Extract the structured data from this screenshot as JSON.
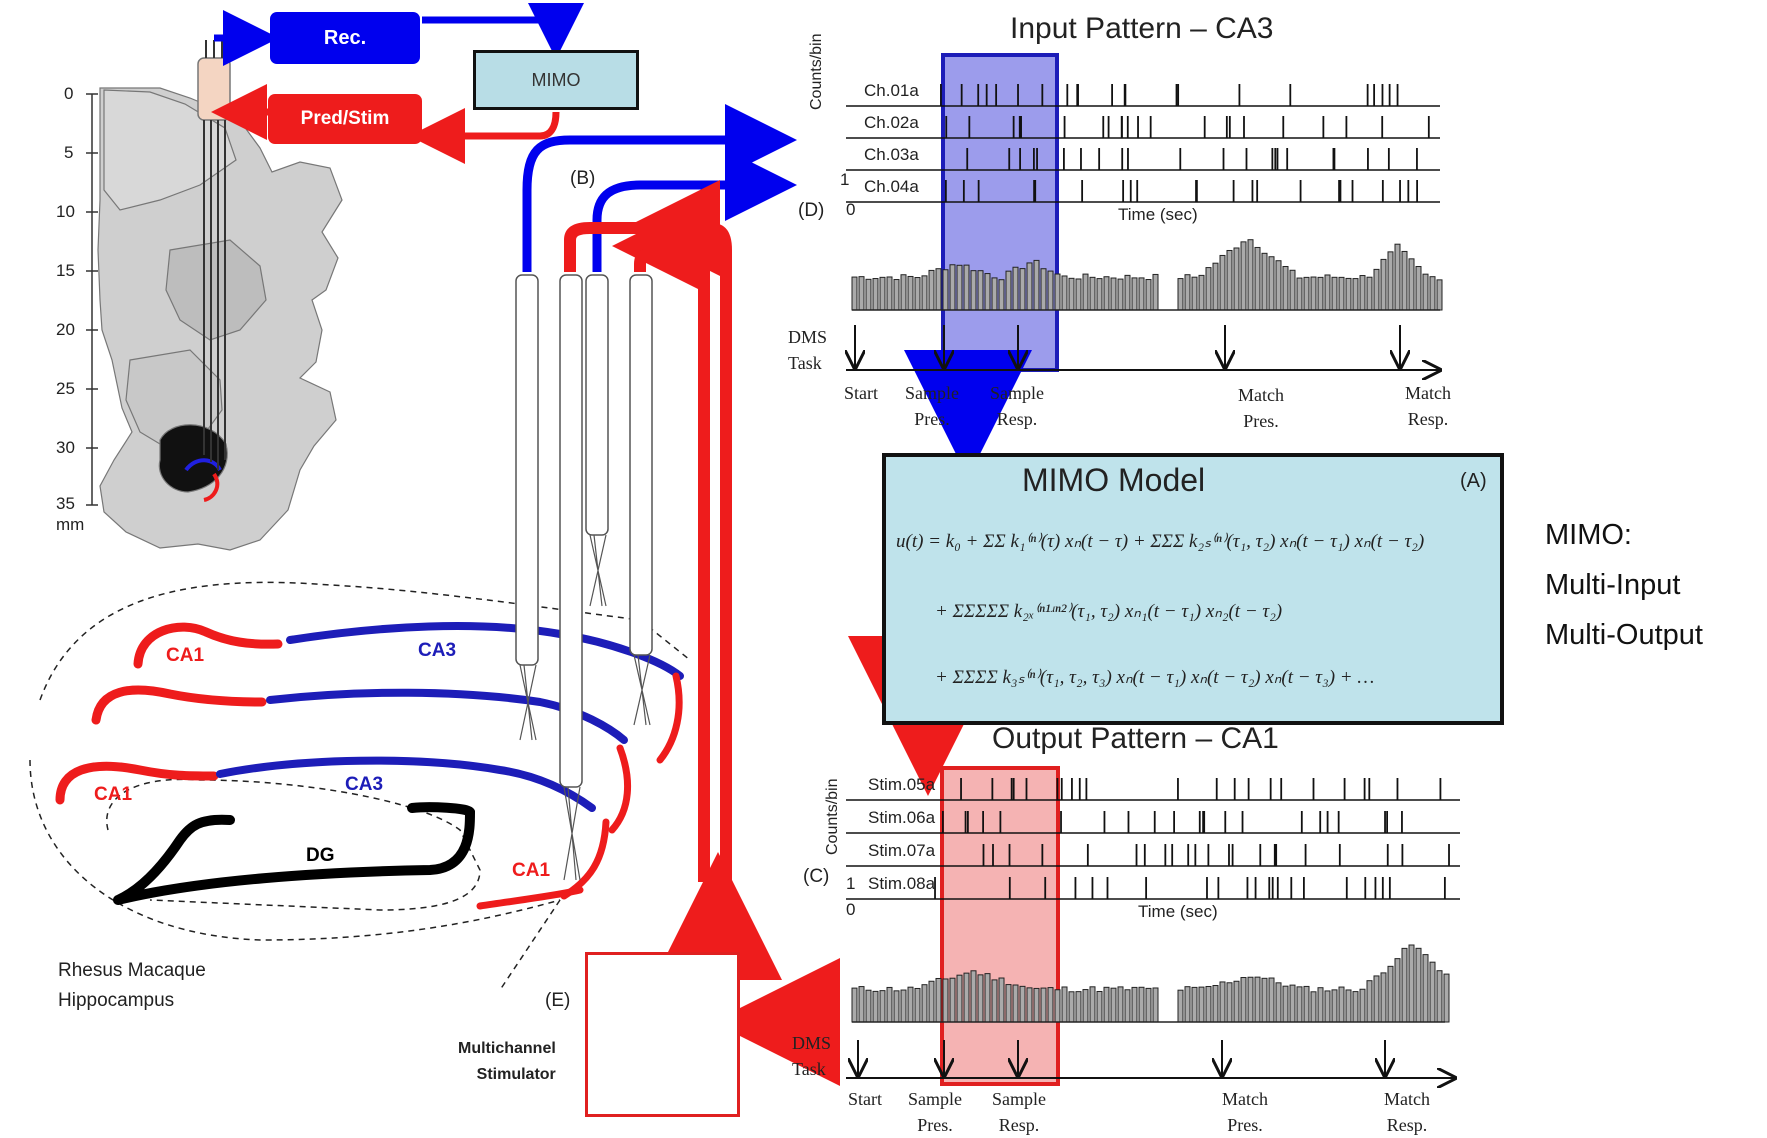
{
  "controls": {
    "rec_label": "Rec.",
    "predstim_label": "Pred/Stim",
    "mimo_label": "MIMO"
  },
  "brain": {
    "depth_ticks": [
      "0",
      "5",
      "10",
      "15",
      "20",
      "25",
      "30",
      "35"
    ],
    "depth_unit": "mm",
    "caption_line1": "Rhesus Macaque",
    "caption_line2": "Hippocampus"
  },
  "hippocampus": {
    "regions": [
      {
        "label": "CA1",
        "color": "#ee1c1c"
      },
      {
        "label": "CA3",
        "color": "#1d1db8"
      },
      {
        "label": "CA1",
        "color": "#ee1c1c"
      },
      {
        "label": "CA3",
        "color": "#1d1db8"
      },
      {
        "label": "DG",
        "color": "#000000"
      },
      {
        "label": "CA1",
        "color": "#ee1c1c"
      }
    ]
  },
  "panel_tags": {
    "b": "(B)",
    "d": "(D)",
    "c": "(C)",
    "e": "(E)",
    "a": "(A)"
  },
  "input_panel": {
    "title": "Input Pattern – CA3",
    "ylabel": "Counts/bin",
    "tick": "1",
    "channels": [
      "Ch.01a",
      "Ch.02a",
      "Ch.03a",
      "Ch.04a"
    ],
    "time_label": "Time (sec)",
    "zero_tick": "0",
    "highlight_color": "#7b7be6"
  },
  "output_panel": {
    "title": "Output Pattern – CA1",
    "ylabel": "Counts/bin",
    "tick": "1",
    "channels": [
      "Stim.05a",
      "Stim.06a",
      "Stim.07a",
      "Stim.08a"
    ],
    "time_label": "Time (sec)",
    "zero_tick": "0",
    "highlight_color": "#f29a9a"
  },
  "task": {
    "label_line1": "DMS",
    "label_line2": "Task",
    "events": [
      {
        "line1": "Start",
        "line2": ""
      },
      {
        "line1": "Sample",
        "line2": "Pres."
      },
      {
        "line1": "Sample",
        "line2": "Resp."
      },
      {
        "line1": "Match",
        "line2": "Pres."
      },
      {
        "line1": "Match",
        "line2": "Resp."
      }
    ]
  },
  "model": {
    "title": "MIMO Model",
    "tag": "(A)",
    "eq1": "u(t) = k₀ + ΣΣ k₁⁽ⁿ⁾(τ) xₙ(t − τ) + ΣΣΣ k₂ₛ⁽ⁿ⁾(τ₁, τ₂) xₙ(t − τ₁) xₙ(t − τ₂)",
    "eq2": "+ ΣΣΣΣΣ k₂ₓ⁽ⁿ¹ʴⁿ²⁾(τ₁, τ₂) xₙ₁(t − τ₁) xₙ₂(t − τ₂)",
    "eq3": "+ ΣΣΣΣ k₃ₛ⁽ⁿ⁾(τ₁, τ₂, τ₃) xₙ(t − τ₁) xₙ(t − τ₂) xₙ(t − τ₃) + …"
  },
  "side_note": {
    "line1": "MIMO:",
    "line2": "Multi-Input",
    "line3": "Multi-Output"
  },
  "stimulator": {
    "label_line1": "Multichannel",
    "label_line2": "Stimulator"
  },
  "colors": {
    "record": "#0000ee",
    "stimulate": "#ee1c1c",
    "model_bg": "#bfe3eb"
  }
}
